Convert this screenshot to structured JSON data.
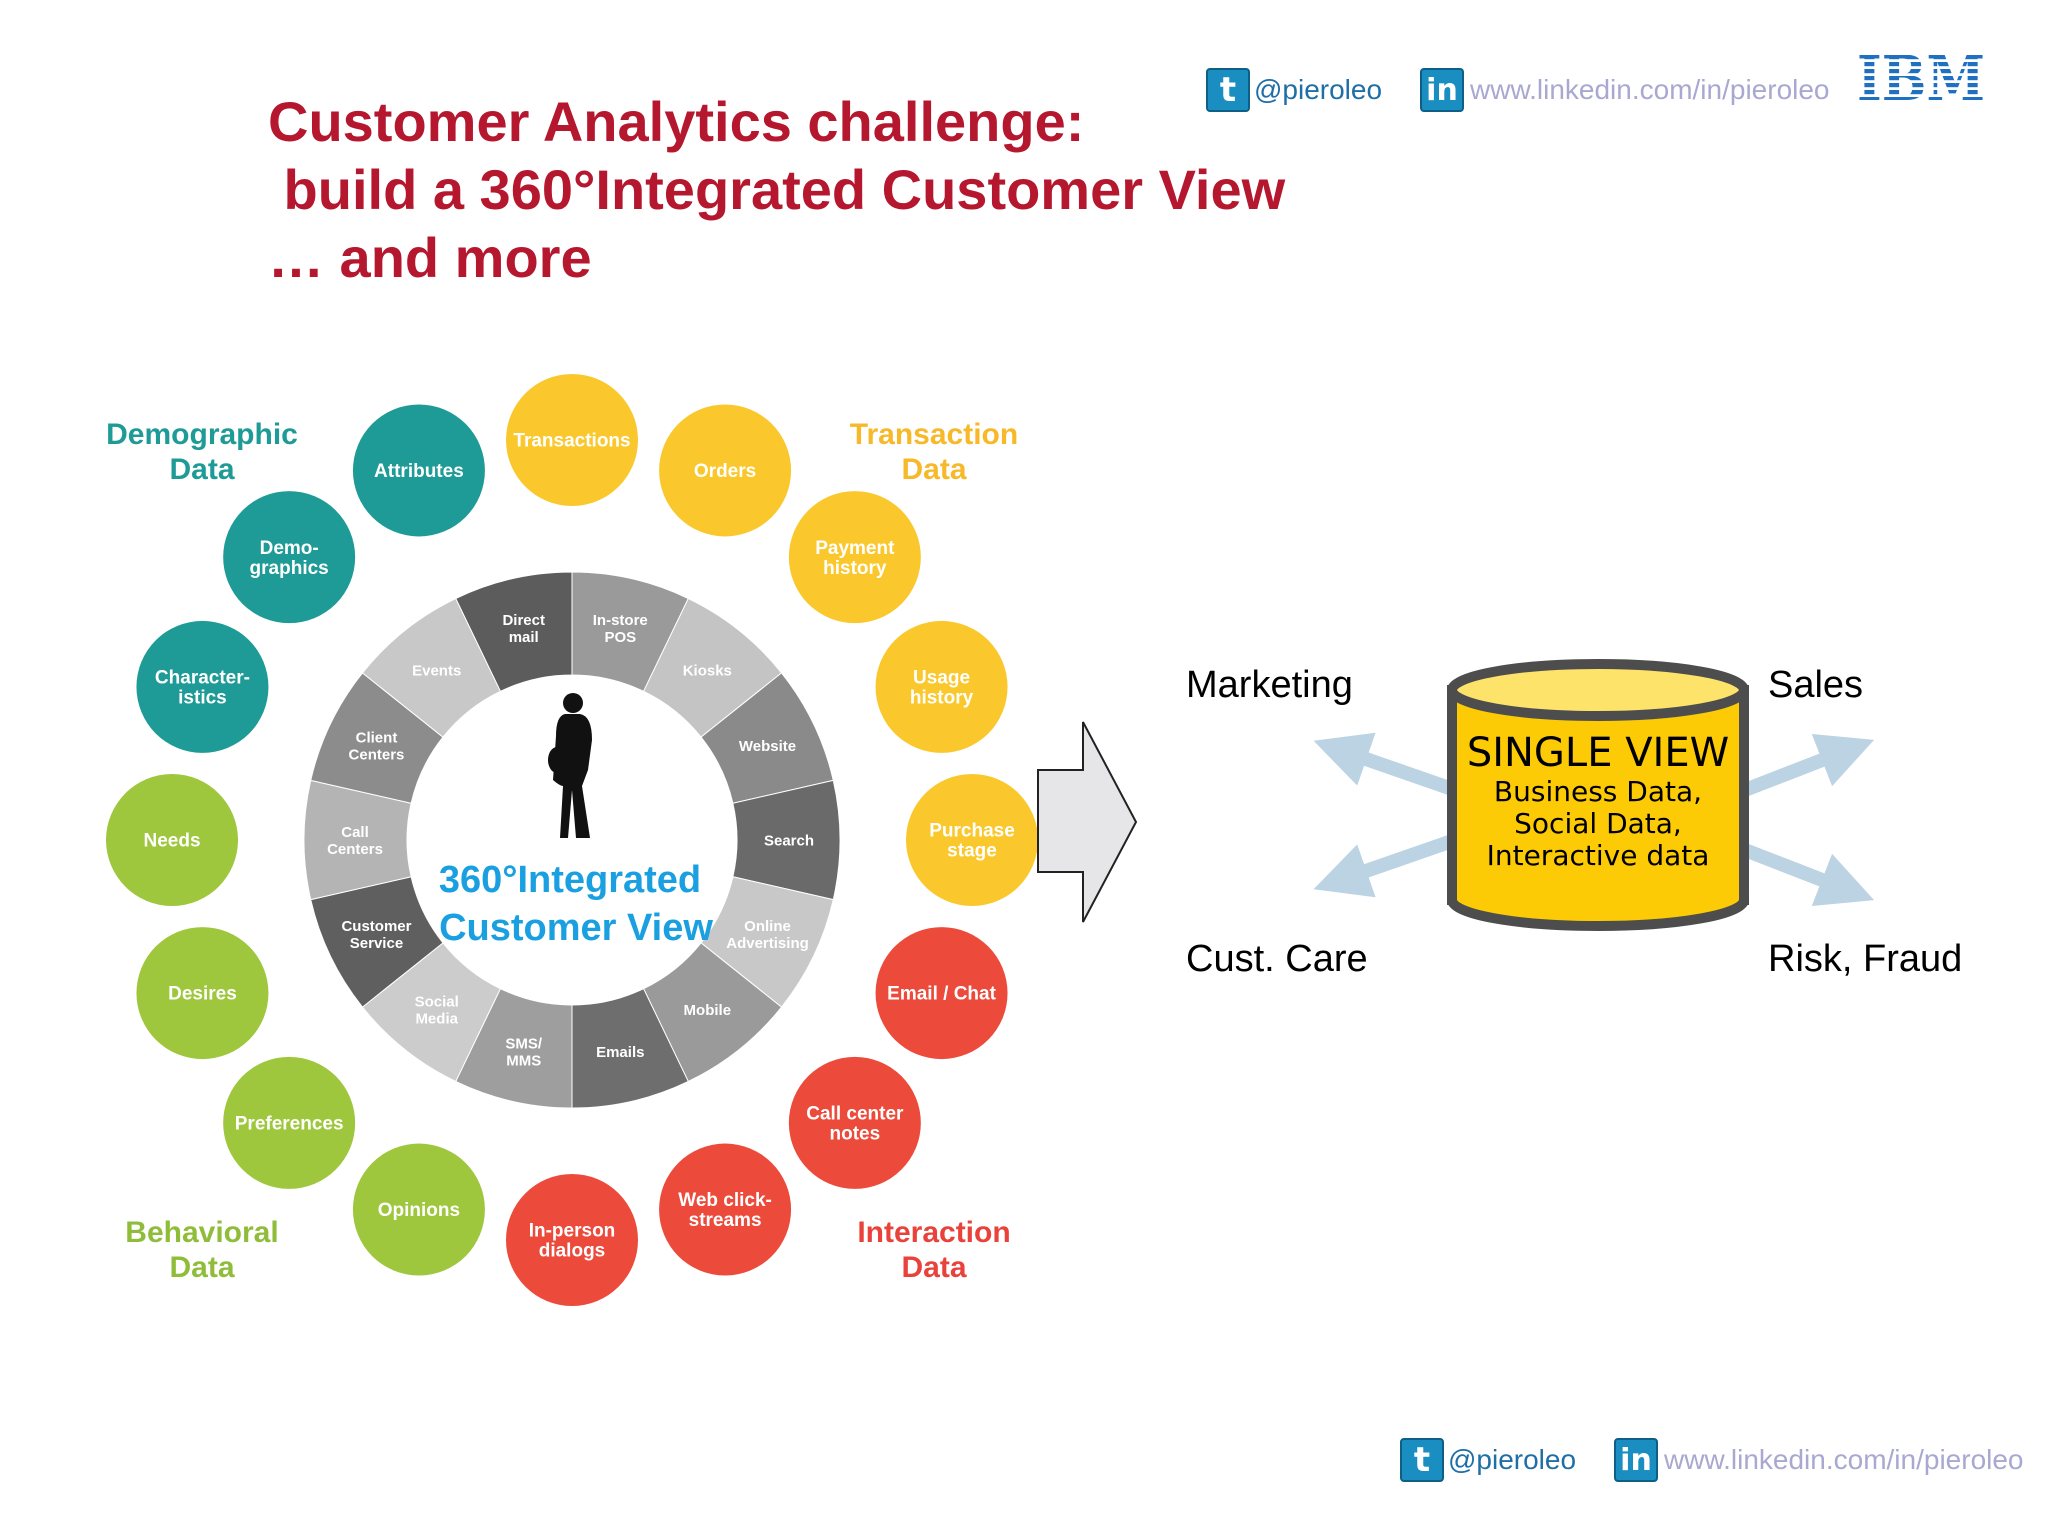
{
  "header": {
    "title_lines": [
      "Customer Analytics challenge:",
      " build a 360°Integrated Customer View",
      "… and more"
    ],
    "twitter_handle": "@pieroleo",
    "linkedin_url": "www.linkedin.com/in/pieroleo",
    "logo_text": "IBM"
  },
  "footer": {
    "twitter_handle": "@pieroleo",
    "linkedin_url": "www.linkedin.com/in/pieroleo"
  },
  "wheel": {
    "center_lines": [
      "360°Integrated",
      "Customer View"
    ],
    "center_color": "#1aa0e0",
    "groups": [
      {
        "name": [
          "Demographic",
          "Data"
        ],
        "color": "#1e9b96",
        "labelColor": "#1e9b96"
      },
      {
        "name": [
          "Transaction",
          "Data"
        ],
        "color": "#fac82c",
        "labelColor": "#f7b829"
      },
      {
        "name": [
          "Interaction",
          "Data"
        ],
        "color": "#ec4a3b",
        "labelColor": "#e8423a"
      },
      {
        "name": [
          "Behavioral",
          "Data"
        ],
        "color": "#9ec73d",
        "labelColor": "#8fbd3a"
      }
    ],
    "outer_circles": [
      {
        "label": [
          "Attributes"
        ],
        "group": 0
      },
      {
        "label": [
          "Transactions"
        ],
        "group": 1
      },
      {
        "label": [
          "Orders"
        ],
        "group": 1
      },
      {
        "label": [
          "Payment",
          "history"
        ],
        "group": 1
      },
      {
        "label": [
          "Usage",
          "history"
        ],
        "group": 1
      },
      {
        "label": [
          "Purchase",
          "stage"
        ],
        "group": 1
      },
      {
        "label": [
          "Email / Chat"
        ],
        "group": 2
      },
      {
        "label": [
          "Call center",
          "notes"
        ],
        "group": 2
      },
      {
        "label": [
          "Web click-",
          "streams"
        ],
        "group": 2
      },
      {
        "label": [
          "In-person",
          "dialogs"
        ],
        "group": 2
      },
      {
        "label": [
          "Opinions"
        ],
        "group": 3
      },
      {
        "label": [
          "Preferences"
        ],
        "group": 3
      },
      {
        "label": [
          "Desires"
        ],
        "group": 3
      },
      {
        "label": [
          "Needs"
        ],
        "group": 3
      },
      {
        "label": [
          "Character-",
          "istics"
        ],
        "group": 0
      },
      {
        "label": [
          "Demo-",
          "graphics"
        ],
        "group": 0
      }
    ],
    "ring_segments": [
      {
        "label": [
          "Direct",
          "mail"
        ],
        "shade": "#5c5c5c"
      },
      {
        "label": [
          "In-store",
          "POS"
        ],
        "shade": "#9a9a9a"
      },
      {
        "label": [
          "Kiosks"
        ],
        "shade": "#c4c4c4"
      },
      {
        "label": [
          "Website"
        ],
        "shade": "#8a8a8a"
      },
      {
        "label": [
          "Search"
        ],
        "shade": "#6a6a6a"
      },
      {
        "label": [
          "Online",
          "Advertising"
        ],
        "shade": "#c8c8c8"
      },
      {
        "label": [
          "Mobile"
        ],
        "shade": "#9a9a9a"
      },
      {
        "label": [
          "Emails"
        ],
        "shade": "#6e6e6e"
      },
      {
        "label": [
          "SMS/",
          "MMS"
        ],
        "shade": "#9e9e9e"
      },
      {
        "label": [
          "Social",
          "Media"
        ],
        "shade": "#cccccc"
      },
      {
        "label": [
          "Customer",
          "Service"
        ],
        "shade": "#5f5f5f"
      },
      {
        "label": [
          "Call",
          "Centers"
        ],
        "shade": "#b4b4b4"
      },
      {
        "label": [
          "Client",
          "Centers"
        ],
        "shade": "#8c8c8c"
      },
      {
        "label": [
          "Events"
        ],
        "shade": "#c8c8c8"
      }
    ]
  },
  "single_view": {
    "title": "SINGLE VIEW",
    "lines": [
      "Business Data,",
      "Social Data,",
      "Interactive data"
    ],
    "fill_color": "#fccb05",
    "top_color": "#fde36a",
    "consumers": {
      "top_left": "Marketing",
      "top_right": "Sales",
      "bottom_left": "Cust. Care",
      "bottom_right": "Risk, Fraud"
    }
  }
}
